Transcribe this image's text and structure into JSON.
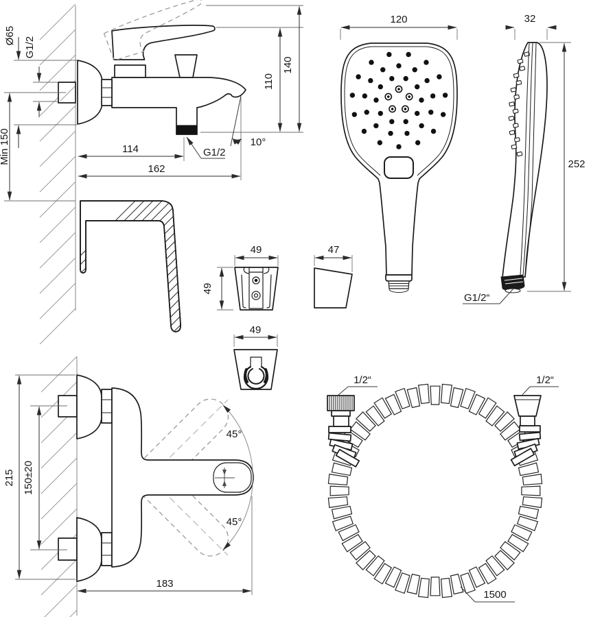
{
  "document": {
    "type": "technical-installation-drawing",
    "subject": "wall-mounted bath mixer with hand shower, holders and hose",
    "background": "#ffffff",
    "line_color": "#1b1b1b",
    "dimension_color": "#2b2b2b",
    "hatch_color": "#9a9a9a"
  },
  "views": {
    "mixer_side": {
      "label": "bath mixer side view",
      "dims": {
        "escutcheon_diameter": "Ø65",
        "wall_connection_thread": "G1/2",
        "min_height_above_rim": "Min 150",
        "reach_to_outlet": "114",
        "total_reach": "162",
        "outlet_height": "110",
        "max_handle_height": "140",
        "spout_angle": "10°",
        "outlet_thread": "G1/2"
      }
    },
    "handshower_front": {
      "label": "hand shower front view",
      "dims": {
        "head_width": "120"
      }
    },
    "handshower_side": {
      "label": "hand shower side view",
      "dims": {
        "head_depth": "32",
        "total_length": "252",
        "connection_thread": "G1/2“"
      }
    },
    "holder_front": {
      "label": "shower holder front view",
      "dims": {
        "width": "49",
        "height": "49"
      }
    },
    "holder_side": {
      "label": "shower holder side view",
      "dims": {
        "depth": "47"
      }
    },
    "holder_bottom": {
      "label": "shower holder bottom view",
      "dims": {
        "width": "49"
      }
    },
    "mixer_front": {
      "label": "bath mixer front view",
      "dims": {
        "overall_height": "215",
        "connection_spacing": "150±20",
        "handle_swing_up": "45°",
        "handle_swing_down": "45°",
        "overall_width": "183"
      }
    },
    "hose": {
      "label": "shower hose",
      "dims": {
        "nut_thread": "1/2“",
        "cone_thread": "1/2“",
        "length": "1500"
      }
    }
  }
}
